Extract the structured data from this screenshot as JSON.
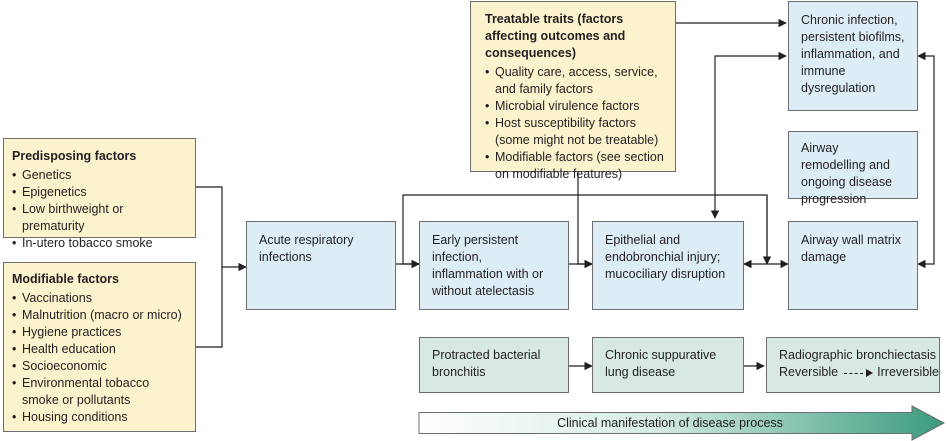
{
  "predisposing": {
    "title": "Predisposing factors",
    "items": [
      "Genetics",
      "Epigenetics",
      "Low birthweight or prematurity",
      "In-utero tobacco smoke"
    ]
  },
  "modifiable": {
    "title": "Modifiable factors",
    "items": [
      "Vaccinations",
      "Malnutrition (macro or micro)",
      "Hygiene practices",
      "Health education",
      "Socioeconomic",
      "Environmental tobacco smoke or pollutants",
      "Housing conditions"
    ]
  },
  "treatable": {
    "title": "Treatable traits (factors affecting outcomes and consequences)",
    "items": [
      "Quality care, access, service, and family factors",
      "Microbial virulence factors",
      "Host susceptibility factors (some might not be treatable)",
      "Modifiable factors (see section on modifiable features)"
    ]
  },
  "boxes": {
    "acute": "Acute respiratory infections",
    "early": "Early persistent infection, inflammation with or without atelectasis",
    "epithelial": "Epithelial and endobronchial injury; mucociliary disruption",
    "airway_wall": "Airway wall matrix damage",
    "chronic_infection": "Chronic infection, persistent biofilms, inflammation, and immune dysregulation",
    "remodelling": "Airway remodelling and ongoing disease progression",
    "pbb": "Protracted bacterial bronchitis",
    "csld": "Chronic suppurative lung disease",
    "radiographic": {
      "title": "Radiographic bronchiectasis",
      "reversible": "Reversible",
      "irreversible": "Irreversible"
    }
  },
  "banner": "Clinical manifestation of disease process",
  "colors": {
    "yellow": "#fbf3cd",
    "blue": "#dcedf5",
    "green": "#d8e9e3",
    "line": "#231f20"
  }
}
